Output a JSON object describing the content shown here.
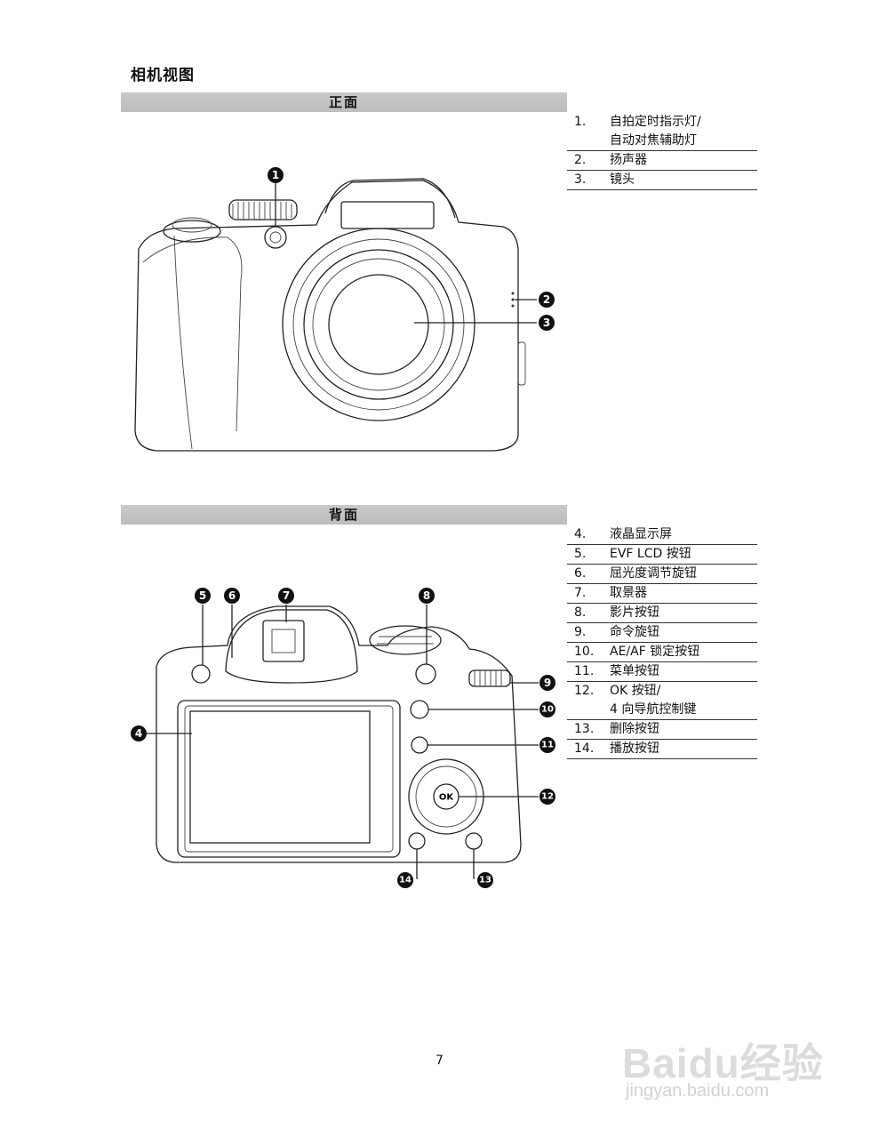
{
  "page_title": "相机视图",
  "front": {
    "bar_label": "正面",
    "items": [
      {
        "num": "1.",
        "text": "自拍定时指示灯/\n自动对焦辅助灯"
      },
      {
        "num": "2.",
        "text": "扬声器"
      },
      {
        "num": "3.",
        "text": "镜头"
      }
    ],
    "callouts": [
      "1",
      "2",
      "3"
    ]
  },
  "back": {
    "bar_label": "背面",
    "items": [
      {
        "num": "4.",
        "text": "液晶显示屏"
      },
      {
        "num": "5.",
        "text": "EVF LCD  按钮"
      },
      {
        "num": "6.",
        "text": "屈光度调节旋钮"
      },
      {
        "num": "7.",
        "text": "取景器"
      },
      {
        "num": "8.",
        "text": "影片按钮"
      },
      {
        "num": "9.",
        "text": "命令旋钮"
      },
      {
        "num": "10.",
        "text": "AE/AF  锁定按钮"
      },
      {
        "num": "11.",
        "text": "菜单按钮"
      },
      {
        "num": "12.",
        "text": "OK  按钮/\n4  向导航控制键"
      },
      {
        "num": "13.",
        "text": "删除按钮"
      },
      {
        "num": "14.",
        "text": "播放按钮"
      }
    ],
    "callouts": [
      "4",
      "5",
      "6",
      "7",
      "8",
      "9",
      "10",
      "11",
      "12",
      "13",
      "14"
    ],
    "ok_label": "OK"
  },
  "page_number": "7",
  "watermark": {
    "brand": "Baidu经验",
    "url": "jingyan.baidu.com"
  }
}
